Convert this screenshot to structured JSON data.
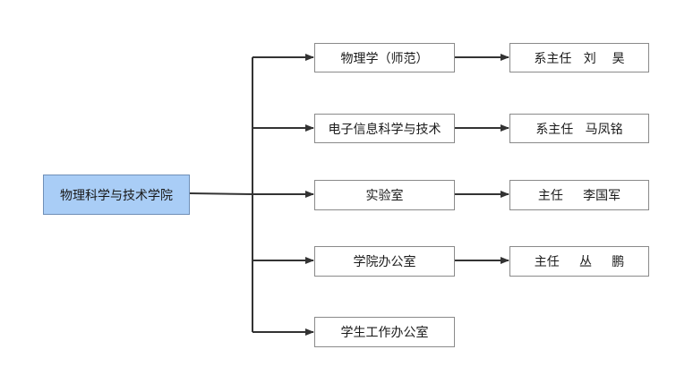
{
  "root": {
    "label": "物理科学与技术学院",
    "fill": "#a9cdf6"
  },
  "departments": [
    {
      "label": "物理学（师范）",
      "head": "系主任   刘    昊"
    },
    {
      "label": "电子信息科学与技术",
      "head": "系主任   马凤铭"
    },
    {
      "label": "实验室",
      "head": "主任     李国军"
    },
    {
      "label": "学院办公室",
      "head": "主任     丛     鹏"
    },
    {
      "label": "学生工作办公室"
    }
  ]
}
